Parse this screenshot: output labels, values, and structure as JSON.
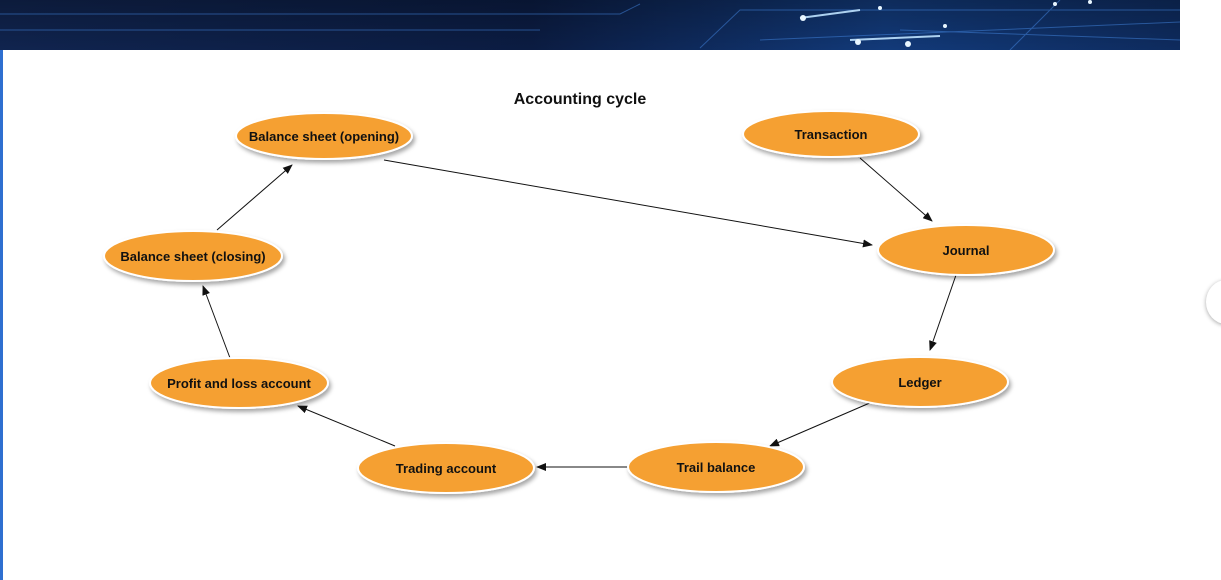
{
  "diagram": {
    "title": "Accounting cycle",
    "nodes": {
      "transaction": "Transaction",
      "journal": "Journal",
      "ledger": "Ledger",
      "trail_balance": "Trail balance",
      "trading_account": "Trading account",
      "profit_loss": "Profit and loss account",
      "balance_closing": "Balance sheet (closing)",
      "balance_opening": "Balance sheet (opening)"
    },
    "edges": [
      {
        "from": "Transaction",
        "to": "Journal"
      },
      {
        "from": "Journal",
        "to": "Ledger"
      },
      {
        "from": "Ledger",
        "to": "Trail balance"
      },
      {
        "from": "Trail balance",
        "to": "Trading account"
      },
      {
        "from": "Trading account",
        "to": "Profit and loss account"
      },
      {
        "from": "Profit and loss account",
        "to": "Balance sheet (closing)"
      },
      {
        "from": "Balance sheet (closing)",
        "to": "Balance sheet (opening)"
      },
      {
        "from": "Balance sheet (opening)",
        "to": "Journal"
      }
    ]
  },
  "colors": {
    "node_fill": "#f5a033",
    "node_stroke": "#ffffff",
    "arrow": "#111111",
    "banner_dark": "#0a1a3d",
    "accent_edge": "#2f6fd0"
  }
}
